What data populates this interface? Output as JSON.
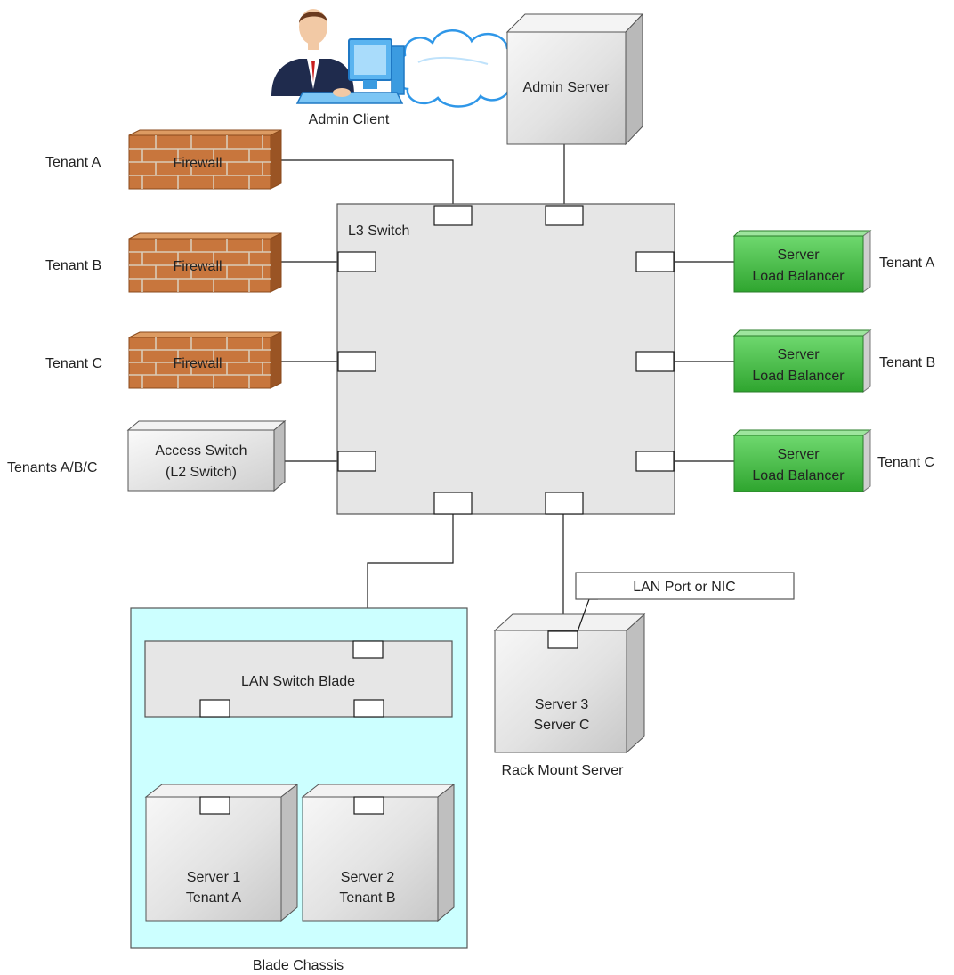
{
  "colors": {
    "chassis_fill": "#ccffff",
    "switch_fill": "#e6e6e6",
    "firewall_fill": "#c8763d",
    "balancer_fill": "#4fc24f",
    "server_fill": "#e8e8e8",
    "line": "#1a1a1a"
  },
  "admin": {
    "client_label": "Admin Client",
    "server_label": "Admin Server",
    "client_icon": "person-at-computer-icon",
    "cloud_icon": "cloud-icon"
  },
  "l3_switch": {
    "label": "L3 Switch"
  },
  "firewalls": [
    {
      "tenant": "Tenant A",
      "label": "Firewall"
    },
    {
      "tenant": "Tenant B",
      "label": "Firewall"
    },
    {
      "tenant": "Tenant C",
      "label": "Firewall"
    }
  ],
  "access_switch": {
    "tenant": "Tenants A/B/C",
    "label_line1": "Access Switch",
    "label_line2": "(L2 Switch)"
  },
  "load_balancers": [
    {
      "tenant": "Tenant A",
      "line1": "Server",
      "line2": "Load Balancer"
    },
    {
      "tenant": "Tenant B",
      "line1": "Server",
      "line2": "Load Balancer"
    },
    {
      "tenant": "Tenant C",
      "line1": "Server",
      "line2": "Load Balancer"
    }
  ],
  "blade_chassis": {
    "label": "Blade Chassis",
    "lan_switch_blade": "LAN Switch Blade",
    "servers": [
      {
        "line1": "Server 1",
        "line2": "Tenant A"
      },
      {
        "line1": "Server 2",
        "line2": "Tenant B"
      }
    ]
  },
  "rack_server": {
    "line1": "Server 3",
    "line2": "Server C",
    "caption": "Rack Mount Server",
    "callout": "LAN Port or NIC"
  }
}
